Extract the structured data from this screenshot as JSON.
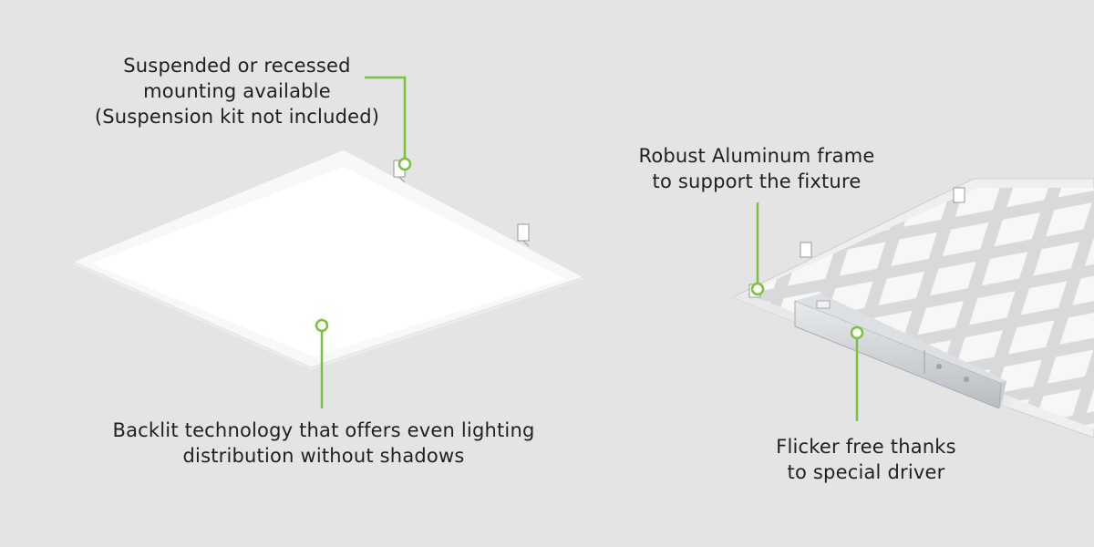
{
  "callouts": {
    "mounting": {
      "lines": [
        "Suspended or recessed",
        "mounting available",
        "(Suspension kit not included)"
      ]
    },
    "backlit": {
      "lines": [
        "Backlit technology that offers even lighting",
        "distribution without shadows"
      ]
    },
    "frame": {
      "lines": [
        "Robust Aluminum frame",
        "to support the fixture"
      ]
    },
    "driver": {
      "lines": [
        "Flicker free thanks",
        "to special driver"
      ]
    }
  },
  "colors": {
    "background": "#e4e4e4",
    "accent": "#7bc043",
    "text": "#1f1f1f",
    "panel_face": "#ffffff",
    "panel_frame": "#f6f6f6"
  }
}
